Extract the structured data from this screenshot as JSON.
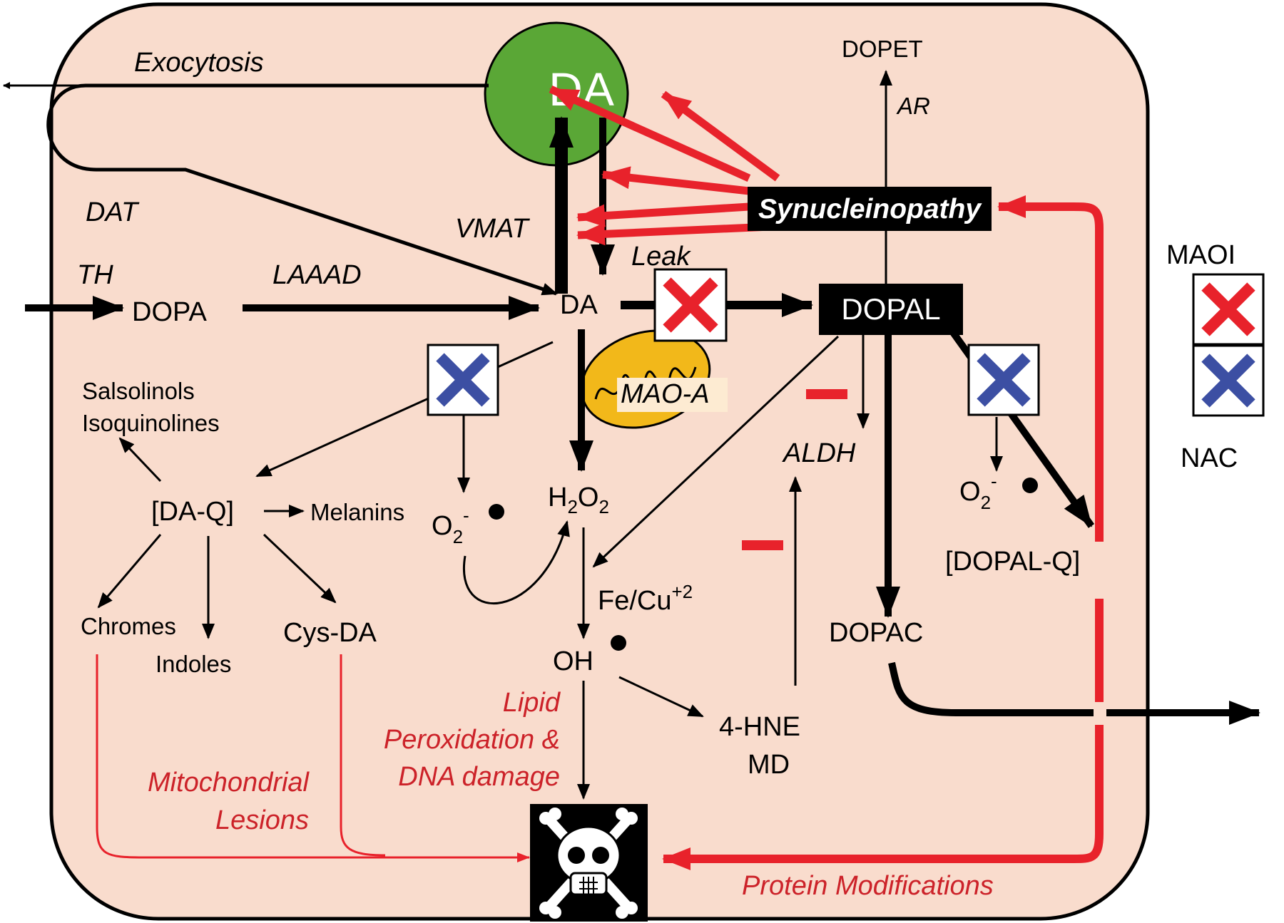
{
  "legend": {
    "maoi": "MAOI",
    "nac": "NAC"
  },
  "vesicle": {
    "label": "DA"
  },
  "processes": {
    "exocytosis": "Exocytosis",
    "dat": "DAT",
    "vmat": "VMAT",
    "th": "TH",
    "laaad": "LAAAD",
    "leak": "Leak",
    "mao_a": "MAO-A",
    "aldh": "ALDH",
    "ar": "AR"
  },
  "metabolites": {
    "dopa": "DOPA",
    "da": "DA",
    "dopal": "DOPAL",
    "dopet": "DOPET",
    "dopac": "DOPAC",
    "dopal_q": "[DOPAL-Q]",
    "da_q": "[DA-Q]",
    "salsolinols": "Salsolinols",
    "isoquinolines": "Isoquinolines",
    "melanins": "Melanins",
    "chromes": "Chromes",
    "indoles": "Indoles",
    "cys_da": "Cys-DA",
    "superoxide_base": "O",
    "superoxide_sub": "2",
    "superoxide_sup": "-",
    "h2o2_h": "H",
    "h2o2_2a": "2",
    "h2o2_o": "O",
    "h2o2_2b": "2",
    "metal_base": "Fe/Cu",
    "metal_sup": "+2",
    "hydroxyl": "OH",
    "hne": "4-HNE",
    "md": "MD"
  },
  "condition": {
    "synucleinopathy": "Synucleinopathy"
  },
  "effects": {
    "lipid": "Lipid",
    "peroxidation": "Peroxidation &",
    "dna": "DNA damage",
    "mito1": "Mitochondrial",
    "mito2": "Lesions",
    "protein": "Protein Modifications"
  },
  "colors": {
    "cell": "#f9dccd",
    "vesicle": "#5aa736",
    "mitochondrion": "#f2b81a",
    "red": "#e8222b",
    "dark_red": "#cc2229",
    "blue_x": "#3c4fa3",
    "black": "#000000"
  },
  "icons": {
    "maoi_marker": "red-x-icon",
    "nac_marker": "blue-x-icon",
    "death": "skull-crossbones-icon",
    "mitochondrion": "mitochondrion-icon"
  }
}
